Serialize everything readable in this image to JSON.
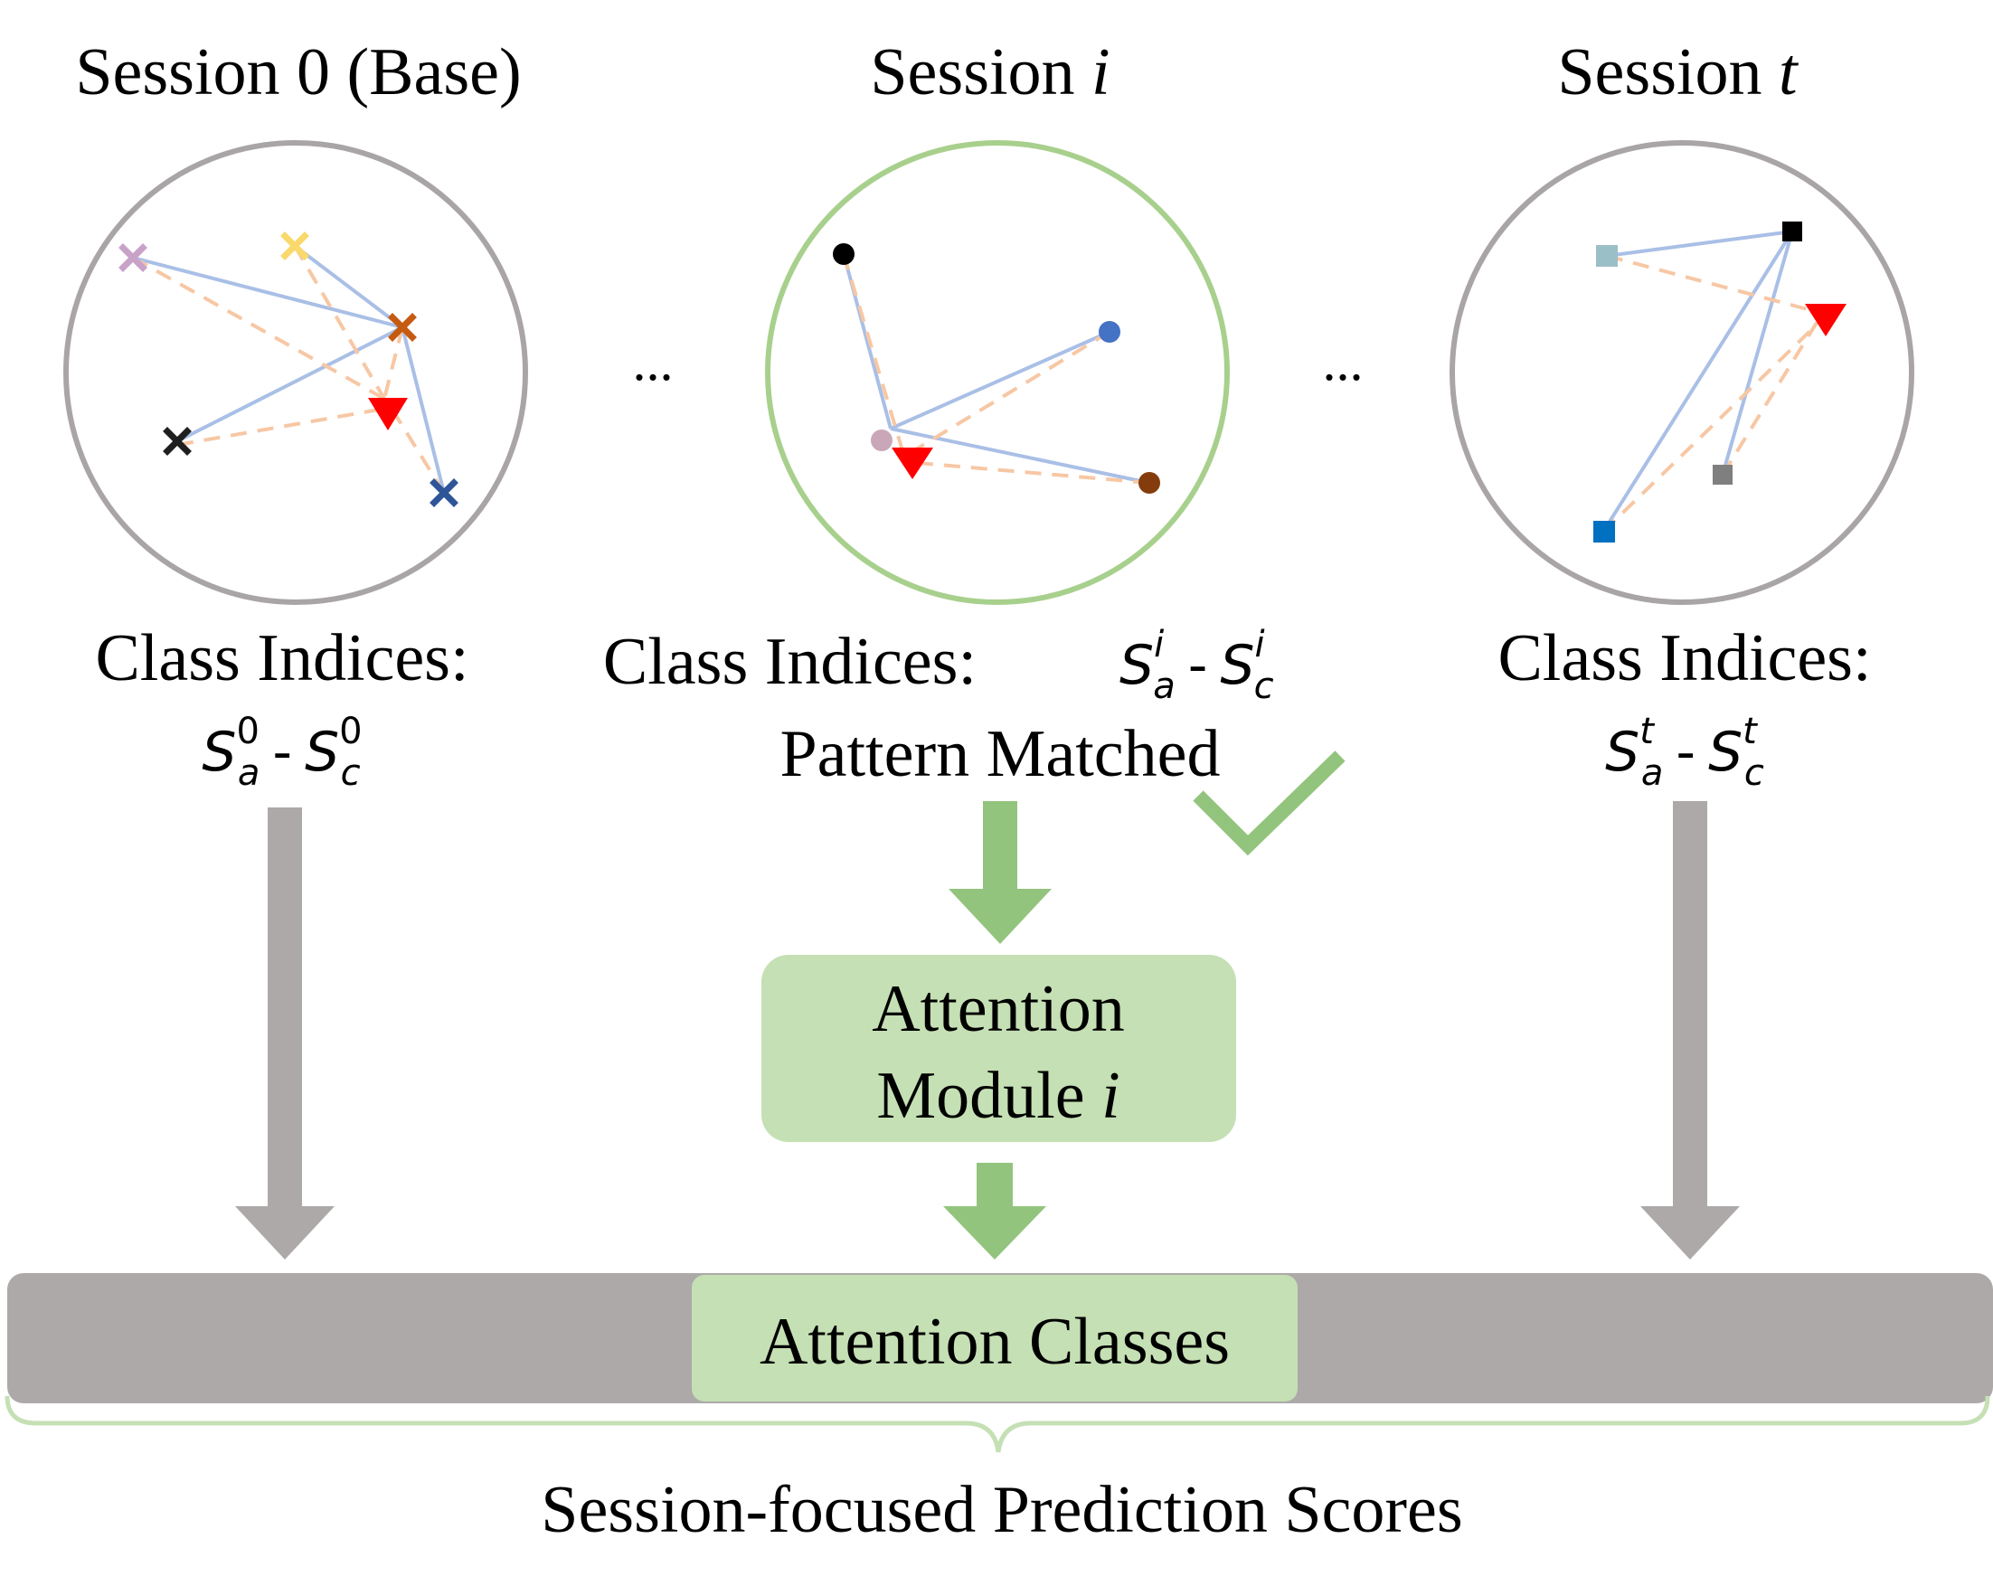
{
  "sessions": {
    "base": {
      "title": "Session 0 (Base)",
      "indices_label": "Class Indices:",
      "range": {
        "a_sub": "a",
        "a_sup": "0",
        "c_sub": "c",
        "c_sup": "0",
        "sep": "-",
        "symbol": "S"
      },
      "marker": "cross"
    },
    "middle": {
      "title_prefix": "Session ",
      "title_var": "i",
      "indices_label": "Class Indices:",
      "range": {
        "a_sub": "a",
        "a_sup": "i",
        "c_sub": "c",
        "c_sup": "i",
        "sep": "-",
        "symbol": "S"
      },
      "status": "Pattern Matched",
      "status_icon": "check-icon",
      "marker": "circle"
    },
    "last": {
      "title_prefix": "Session ",
      "title_var": "t",
      "indices_label": "Class Indices:",
      "range": {
        "a_sub": "a",
        "a_sup": "t",
        "c_sub": "c",
        "c_sup": "t",
        "sep": "-",
        "symbol": "S"
      },
      "marker": "square"
    }
  },
  "ellipsis": [
    "...",
    "..."
  ],
  "attention_module": {
    "line1": "Attention",
    "line2_prefix": "Module ",
    "line2_var": "i"
  },
  "bar": {
    "highlight_label": "Attention Classes"
  },
  "bottom_label": "Session-focused Prediction Scores",
  "colors": {
    "gray_circle": "#a9a5a6",
    "green_circle": "#a8d08d",
    "gray_arrow": "#ada9a9",
    "green_arrow": "#93c47d",
    "green_box": "#c5e0b4",
    "solid_edge": "#a9bfe6",
    "dashed_edge": "#f7c7a4",
    "query_triangle": "#ff0000",
    "points_base": [
      "#c8a2c8",
      "#f9d96b",
      "#c55a11",
      "#1f1f1f",
      "#2e5597"
    ],
    "points_middle": [
      "#000000",
      "#4472c4",
      "#c9a7b8",
      "#843c0c"
    ],
    "points_last": [
      "#9bbfc6",
      "#000000",
      "#7f7f7f",
      "#0070c0"
    ]
  }
}
